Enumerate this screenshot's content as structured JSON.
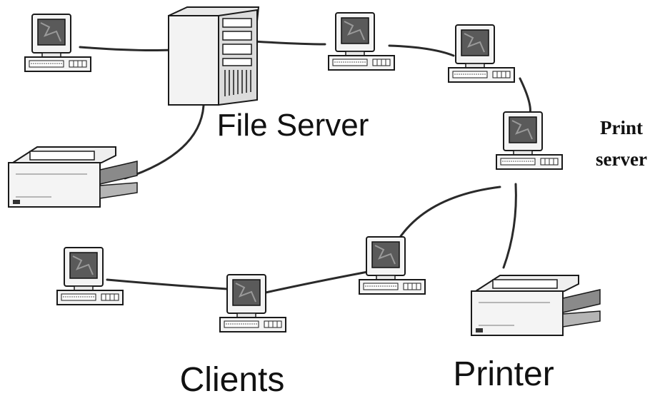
{
  "labels": {
    "file_server": "File Server",
    "print_server_line1": "Print",
    "print_server_line2": "server",
    "clients": "Clients",
    "printer": "Printer"
  },
  "colors": {
    "background": "#ffffff",
    "cable": "#2a2a2a",
    "device_body": "#f2f2f2",
    "device_outline": "#1a1a1a",
    "screen": "#5a5a5a"
  },
  "icons": [
    "server-icon",
    "workstation-icon",
    "printer-icon"
  ]
}
